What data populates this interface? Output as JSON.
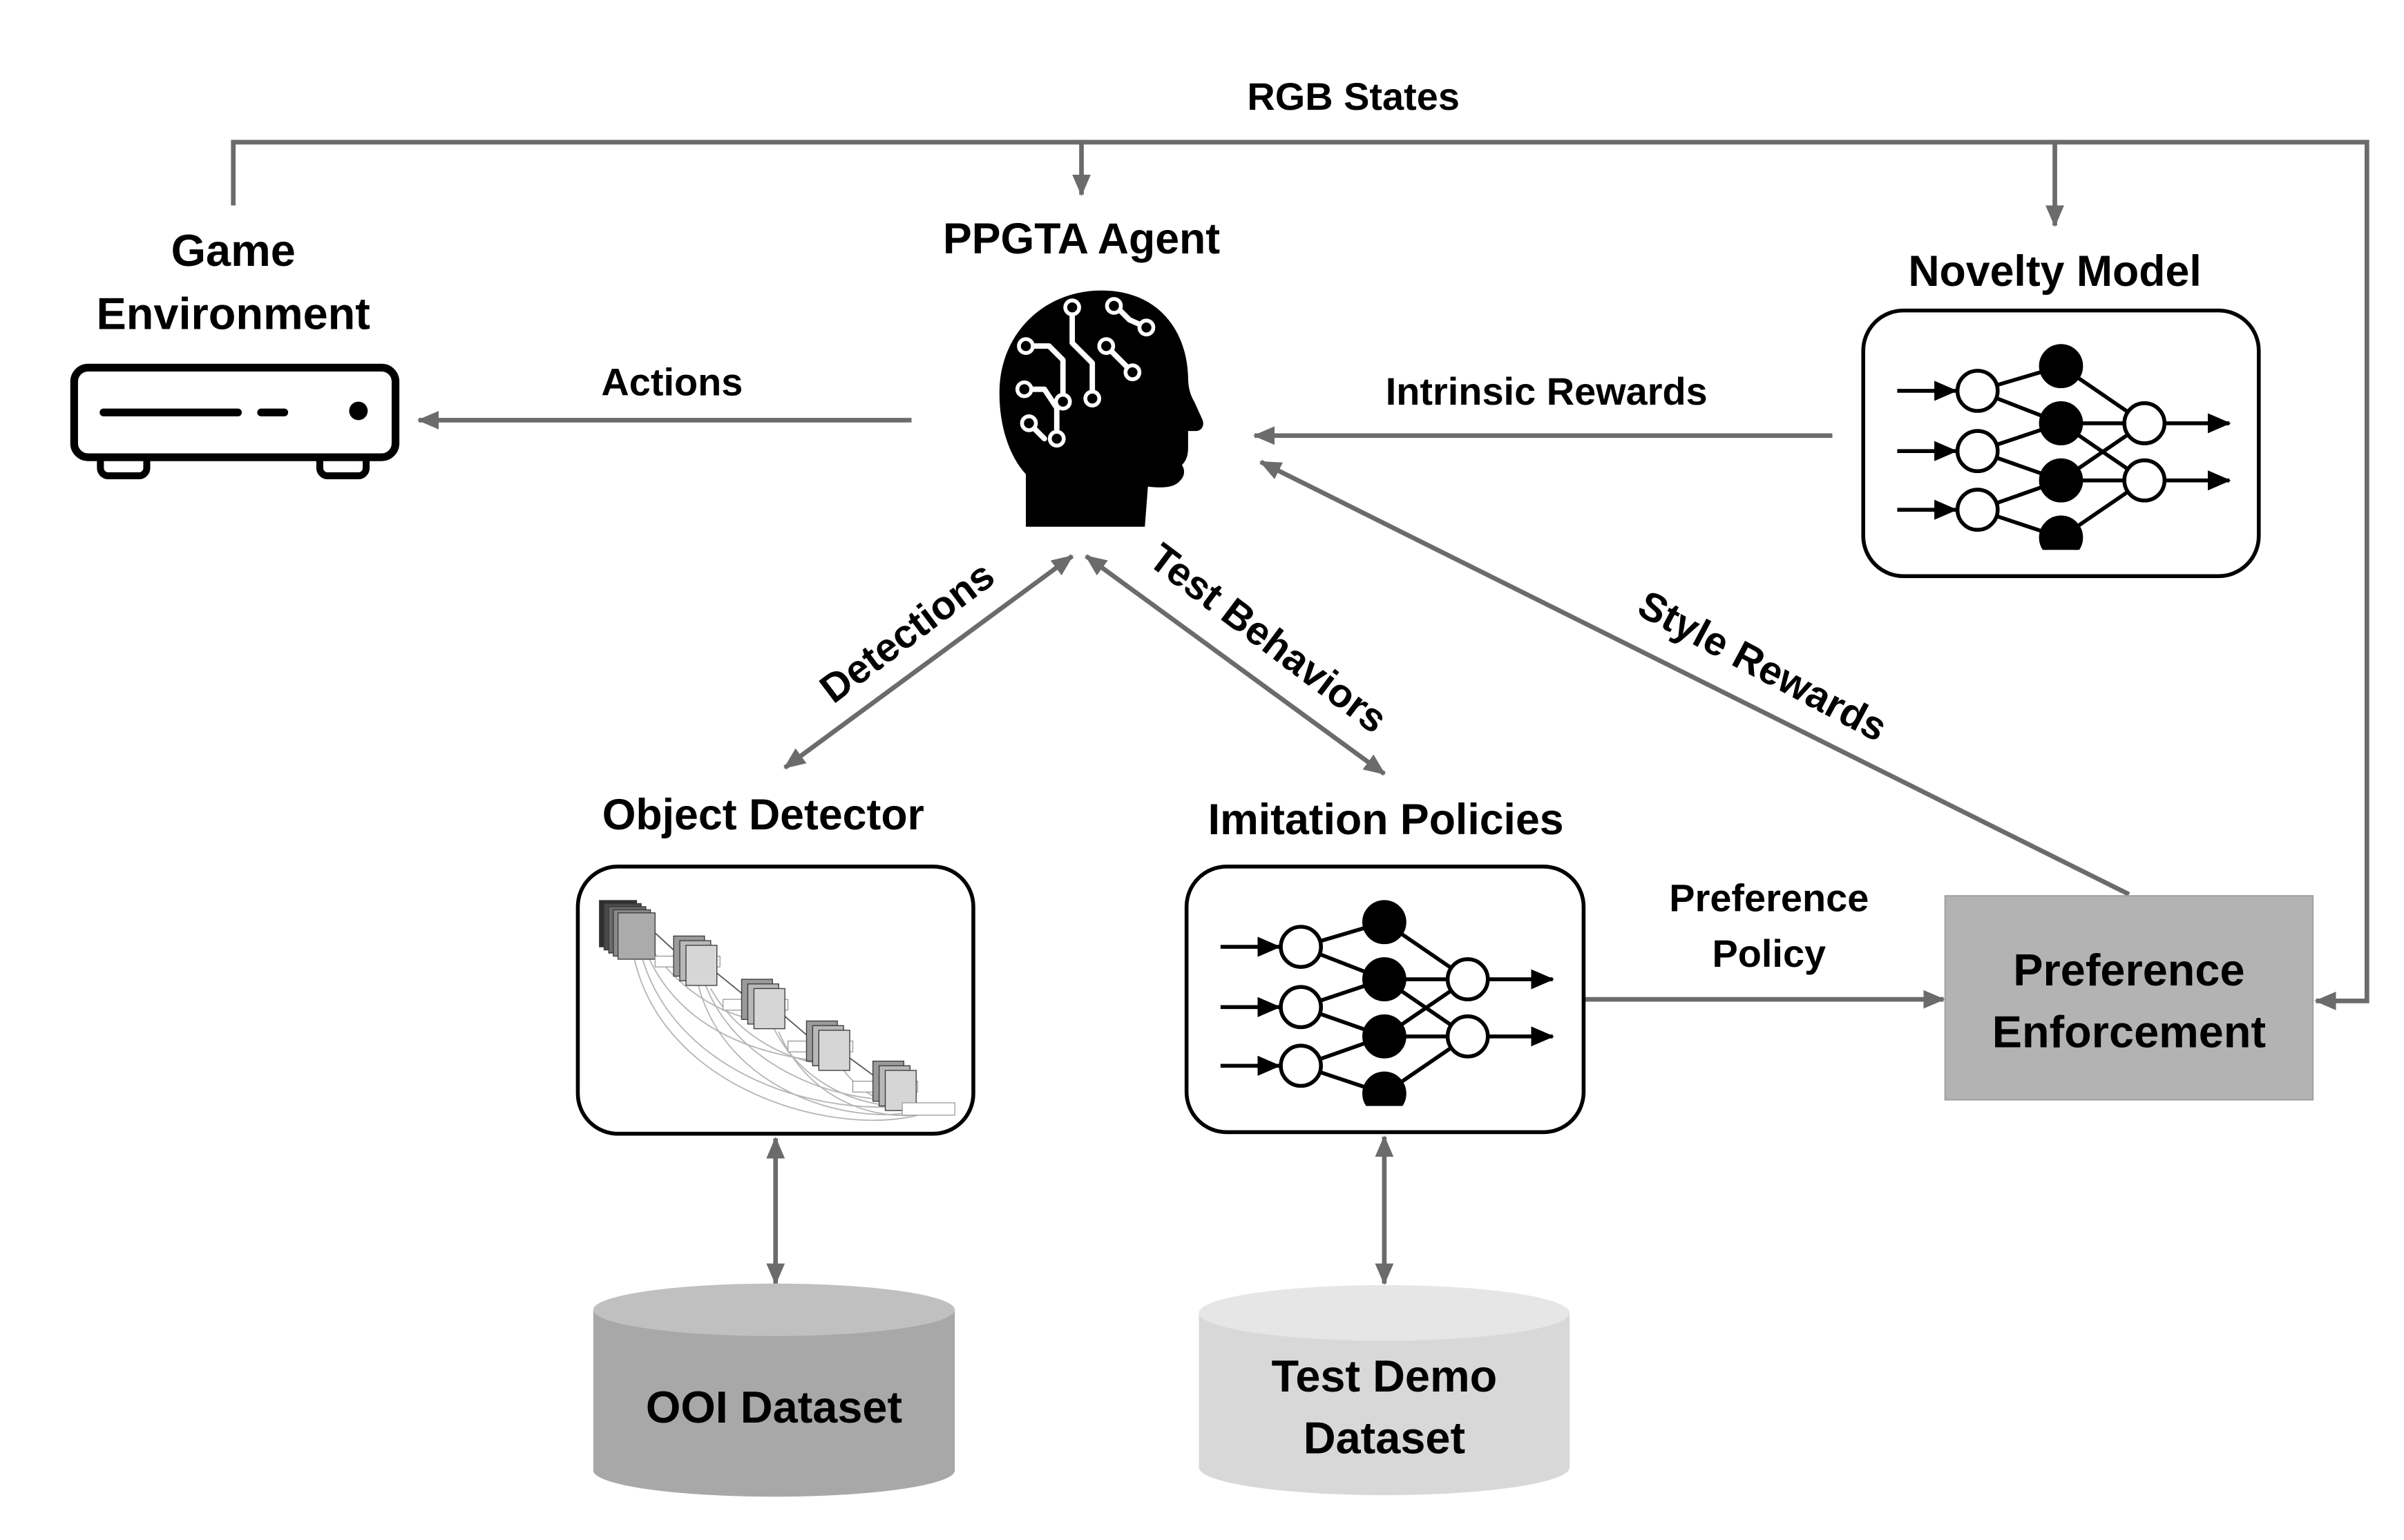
{
  "diagram": {
    "rgb_states_label": "RGB States",
    "game_environment": {
      "line1": "Game",
      "line2": "Environment",
      "icon": "game-console-icon"
    },
    "ppgta_agent": {
      "title": "PPGTA Agent",
      "icon": "brain-circuit-head-icon"
    },
    "novelty_model": {
      "title": "Novelty Model",
      "icon": "neural-network-icon"
    },
    "object_detector": {
      "title": "Object Detector",
      "icon": "densenet-figure-icon"
    },
    "imitation_policies": {
      "title": "Imitation Policies",
      "icon": "neural-network-icon"
    },
    "preference_enforcement": {
      "line1": "Preference",
      "line2": "Enforcement"
    },
    "ooi_dataset": {
      "label": "OOI Dataset",
      "icon": "database-cylinder-icon"
    },
    "test_demo_dataset": {
      "line1": "Test Demo",
      "line2": "Dataset",
      "icon": "database-cylinder-icon"
    },
    "edge_labels": {
      "actions": "Actions",
      "intrinsic_rewards": "Intrinsic Rewards",
      "style_rewards": "Style Rewards",
      "detections": "Detections",
      "test_behaviors": "Test Behaviors",
      "preference_policy_line1": "Preference",
      "preference_policy_line2": "Policy"
    }
  },
  "colors": {
    "arrow": "#6b6b6b",
    "box_stroke": "#000000",
    "preference_enforcement_fill": "#b3b3b3",
    "ooi_dataset_body": "#a8a8a8",
    "ooi_dataset_top": "#c0c0c0",
    "test_demo_body": "#d8d8d8",
    "test_demo_top": "#e6e6e6"
  }
}
